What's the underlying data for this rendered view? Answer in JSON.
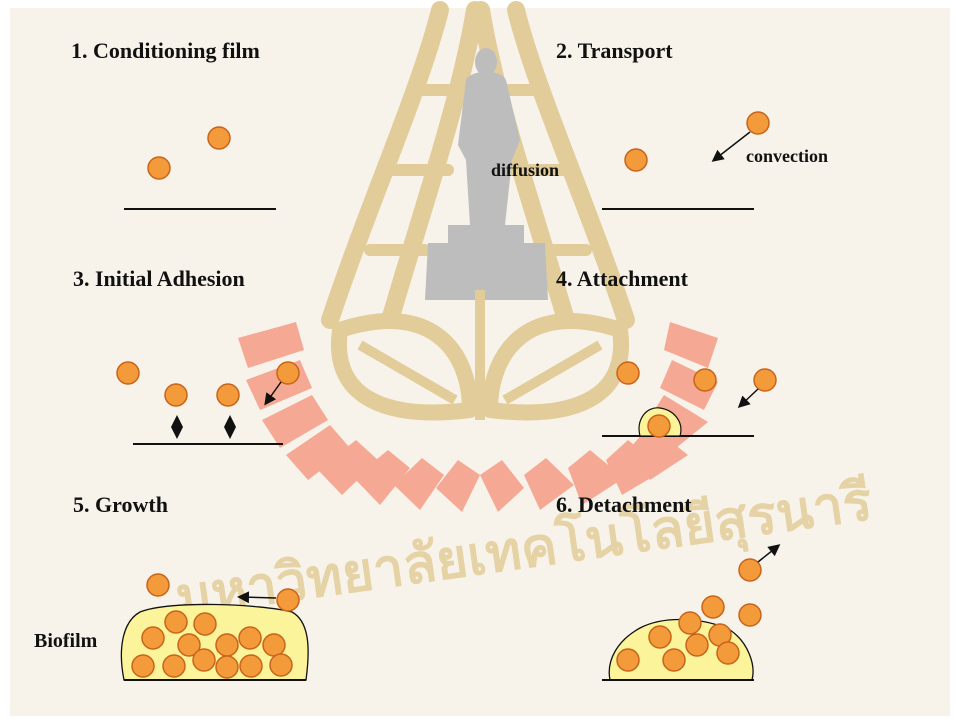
{
  "steps": {
    "s1": "1. Conditioning film",
    "s2": "2. Transport",
    "s3": "3. Initial Adhesion",
    "s4": "4. Attachment",
    "s5": "5. Growth",
    "s6": "6. Detachment"
  },
  "labels": {
    "diffusion": "diffusion",
    "convection": "convection",
    "biofilm": "Biofilm"
  },
  "watermark": {
    "text": "มหาวิทยาลัยเทคโนโลยีสุรนารี"
  },
  "colors": {
    "cell_fill": "#f39a3a",
    "cell_stroke": "#c8641a",
    "biofilm_fill": "#fbf49a",
    "surface": "#111111",
    "watermark_red": "#f5a08a",
    "watermark_gold": "#e2cd9a",
    "watermark_gray": "#bdbdbd"
  }
}
